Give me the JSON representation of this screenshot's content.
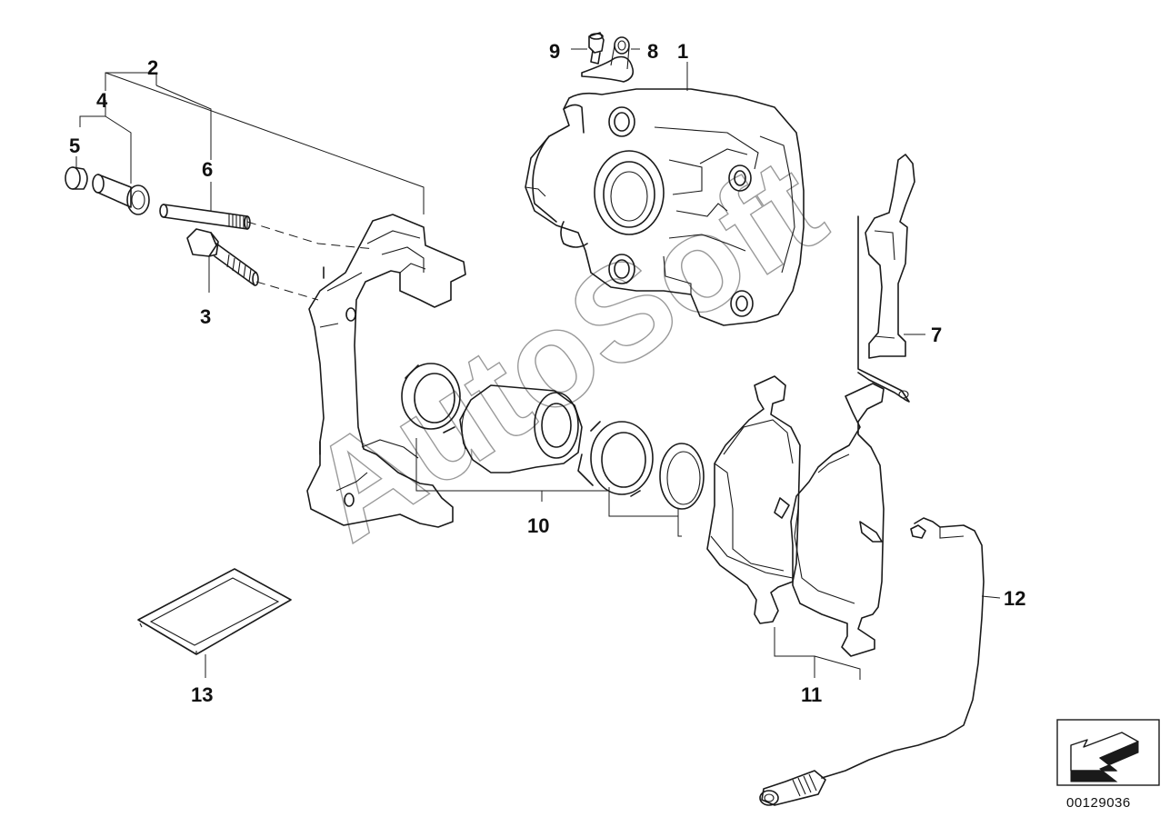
{
  "watermark": "AutoSoft",
  "document_number": "00129036",
  "callouts": {
    "c1": "1",
    "c2": "2",
    "c3": "3",
    "c4": "4",
    "c5": "5",
    "c6": "6",
    "c7": "7",
    "c8": "8",
    "c9": "9",
    "c10": "10",
    "c11": "11",
    "c12": "12",
    "c13": "13"
  },
  "colors": {
    "line": "#1a1a1a",
    "watermark": "#9a9a9a",
    "background": "#ffffff"
  },
  "icons": {
    "nav_arrow": "back-arrow-icon"
  }
}
